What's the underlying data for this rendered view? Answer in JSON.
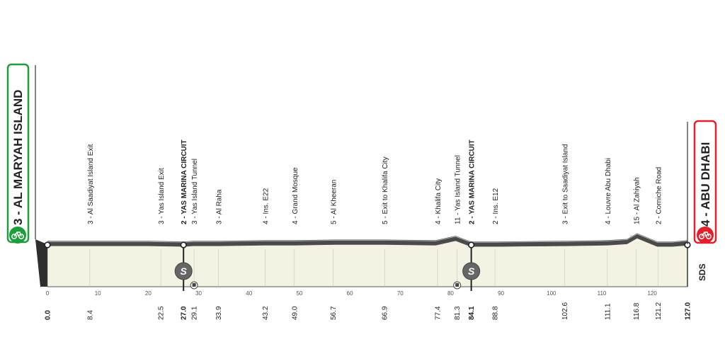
{
  "start_badge": {
    "label": "3 - AL MARYAH ISLAND",
    "color": "#1e9e3a",
    "icon": "bicycle-icon"
  },
  "finish_badge": {
    "label": "4 - ABU DHABI",
    "color": "#e0202a",
    "icon": "bicycle-icon"
  },
  "logo": "SDS",
  "colors": {
    "profile_fill": "#f3f2e3",
    "profile_top": "#4a4a4a",
    "sprint": "#666666"
  },
  "chart_data": {
    "type": "area",
    "xlim": [
      0,
      127
    ],
    "x_ticks": [
      0,
      10,
      20,
      30,
      40,
      50,
      60,
      70,
      80,
      90,
      100,
      110,
      120
    ],
    "x_tick_labels": [
      "0",
      "10",
      "20",
      "30",
      "40",
      "50",
      "60",
      "70",
      "80",
      "90",
      "100",
      "110",
      "120"
    ],
    "elevation": [
      [
        0,
        3
      ],
      [
        8,
        3
      ],
      [
        20,
        3
      ],
      [
        27,
        2
      ],
      [
        29,
        3
      ],
      [
        34,
        3
      ],
      [
        43,
        4
      ],
      [
        49,
        4
      ],
      [
        57,
        5
      ],
      [
        67,
        5
      ],
      [
        77,
        4
      ],
      [
        81,
        11
      ],
      [
        84,
        2
      ],
      [
        89,
        2
      ],
      [
        103,
        3
      ],
      [
        111,
        4
      ],
      [
        115,
        6
      ],
      [
        117,
        15
      ],
      [
        121,
        2
      ],
      [
        124,
        2
      ],
      [
        127,
        4
      ]
    ],
    "km_labels": [
      {
        "km": 0.0,
        "label": "0.0",
        "bold": true
      },
      {
        "km": 8.4,
        "label": "8.4"
      },
      {
        "km": 22.5,
        "label": "22.5"
      },
      {
        "km": 27.0,
        "label": "27.0",
        "bold": true
      },
      {
        "km": 29.1,
        "label": "29.1"
      },
      {
        "km": 33.9,
        "label": "33.9"
      },
      {
        "km": 43.2,
        "label": "43.2"
      },
      {
        "km": 49.0,
        "label": "49.0"
      },
      {
        "km": 56.7,
        "label": "56.7"
      },
      {
        "km": 66.9,
        "label": "66.9"
      },
      {
        "km": 77.4,
        "label": "77.4"
      },
      {
        "km": 81.3,
        "label": "81.3"
      },
      {
        "km": 84.1,
        "label": "84.1",
        "bold": true
      },
      {
        "km": 88.8,
        "label": "88.8"
      },
      {
        "km": 102.6,
        "label": "102.6"
      },
      {
        "km": 111.1,
        "label": "111.1"
      },
      {
        "km": 116.8,
        "label": "116.8"
      },
      {
        "km": 121.2,
        "label": "121.2"
      },
      {
        "km": 127.0,
        "label": "127.0",
        "bold": true
      }
    ],
    "waypoints": [
      {
        "km": 8.4,
        "label": "3 - Al Saadiyat Island Exit"
      },
      {
        "km": 22.5,
        "label": "3 - Yas Island Exit"
      },
      {
        "km": 27.0,
        "label": "2 - YAS MARINA CIRCUIT",
        "bold": true
      },
      {
        "km": 29.1,
        "label": "3 - Yas Island Tunnel"
      },
      {
        "km": 33.9,
        "label": "3 - Al Raha"
      },
      {
        "km": 43.2,
        "label": "4 - Ins. E22"
      },
      {
        "km": 49.0,
        "label": "4 - Grand Mosque"
      },
      {
        "km": 56.7,
        "label": "5 - Al Kheeran"
      },
      {
        "km": 66.9,
        "label": "5 - Exit to Khalifa City"
      },
      {
        "km": 77.4,
        "label": "4 - Khalifa City"
      },
      {
        "km": 81.3,
        "label": "11 - Yas Island Tunnel"
      },
      {
        "km": 84.1,
        "label": "2 - YAS MARINA CIRCUIT",
        "bold": true
      },
      {
        "km": 88.8,
        "label": "2 - Ins. E12"
      },
      {
        "km": 102.6,
        "label": "3 - Exit to Saadiyat Island"
      },
      {
        "km": 111.1,
        "label": "4 - Louvre Abu Dhabi"
      },
      {
        "km": 116.8,
        "label": "15 - Al Zahiyah"
      },
      {
        "km": 121.2,
        "label": "2 - Corniche Road"
      }
    ],
    "sprints": [
      {
        "km": 27.0,
        "label": "S"
      },
      {
        "km": 84.1,
        "label": "S"
      }
    ],
    "tunnels": [
      29.1,
      81.3
    ],
    "route_dots": [
      0.0,
      27.0,
      84.1,
      127.0
    ]
  }
}
